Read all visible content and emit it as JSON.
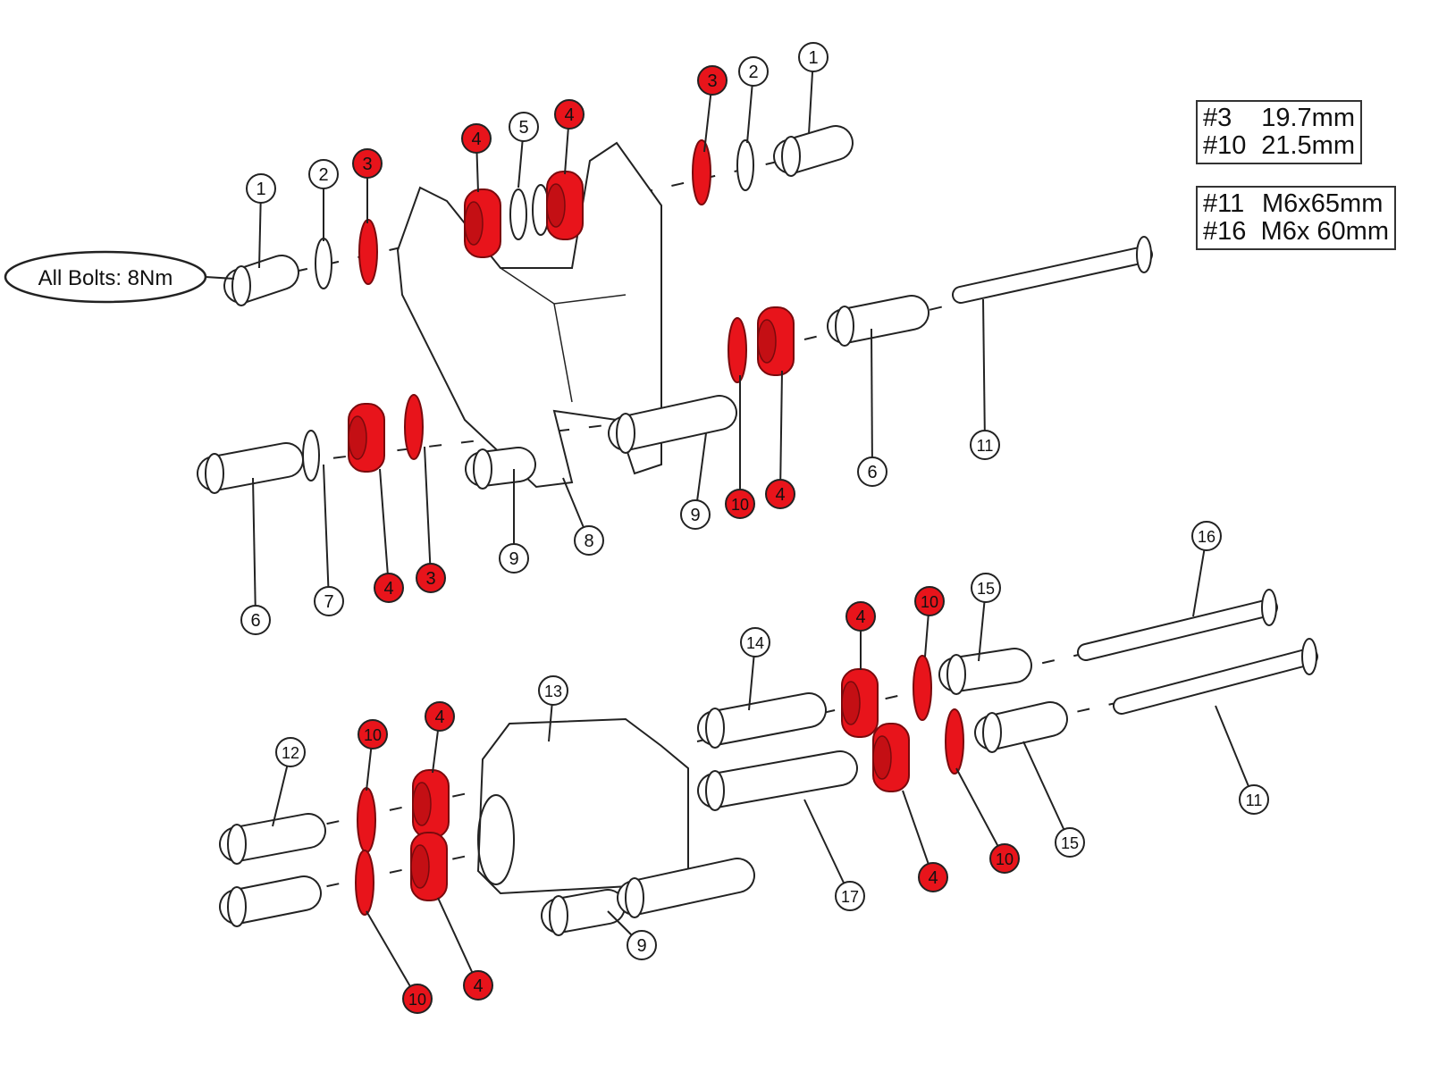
{
  "note": "All Bolts: 8Nm",
  "spec_tables": [
    {
      "rows": [
        {
          "part": "#3",
          "value": "19.7mm"
        },
        {
          "part": "#10",
          "value": "21.5mm"
        }
      ]
    },
    {
      "rows": [
        {
          "part": "#11",
          "value": "M6x65mm"
        },
        {
          "part": "#16",
          "value": "M6x 60mm"
        }
      ]
    }
  ],
  "colors": {
    "highlight": "#e8141b",
    "outline": "#222222"
  },
  "callouts": [
    {
      "label": "1",
      "highlighted": false
    },
    {
      "label": "2",
      "highlighted": false
    },
    {
      "label": "3",
      "highlighted": true
    },
    {
      "label": "4",
      "highlighted": true
    },
    {
      "label": "5",
      "highlighted": false
    },
    {
      "label": "4",
      "highlighted": true
    },
    {
      "label": "3",
      "highlighted": true
    },
    {
      "label": "2",
      "highlighted": false
    },
    {
      "label": "1",
      "highlighted": false
    },
    {
      "label": "6",
      "highlighted": false
    },
    {
      "label": "7",
      "highlighted": false
    },
    {
      "label": "4",
      "highlighted": true
    },
    {
      "label": "3",
      "highlighted": true
    },
    {
      "label": "9",
      "highlighted": false
    },
    {
      "label": "8",
      "highlighted": false
    },
    {
      "label": "9",
      "highlighted": false
    },
    {
      "label": "10",
      "highlighted": true
    },
    {
      "label": "4",
      "highlighted": true
    },
    {
      "label": "6",
      "highlighted": false
    },
    {
      "label": "11",
      "highlighted": false
    },
    {
      "label": "16",
      "highlighted": false
    },
    {
      "label": "15",
      "highlighted": false
    },
    {
      "label": "10",
      "highlighted": true
    },
    {
      "label": "4",
      "highlighted": true
    },
    {
      "label": "14",
      "highlighted": false
    },
    {
      "label": "13",
      "highlighted": false
    },
    {
      "label": "12",
      "highlighted": false
    },
    {
      "label": "10",
      "highlighted": true
    },
    {
      "label": "4",
      "highlighted": true
    },
    {
      "label": "11",
      "highlighted": false
    },
    {
      "label": "15",
      "highlighted": false
    },
    {
      "label": "10",
      "highlighted": true
    },
    {
      "label": "4",
      "highlighted": true
    },
    {
      "label": "17",
      "highlighted": false
    },
    {
      "label": "9",
      "highlighted": false
    },
    {
      "label": "10",
      "highlighted": true
    },
    {
      "label": "4",
      "highlighted": true
    }
  ]
}
